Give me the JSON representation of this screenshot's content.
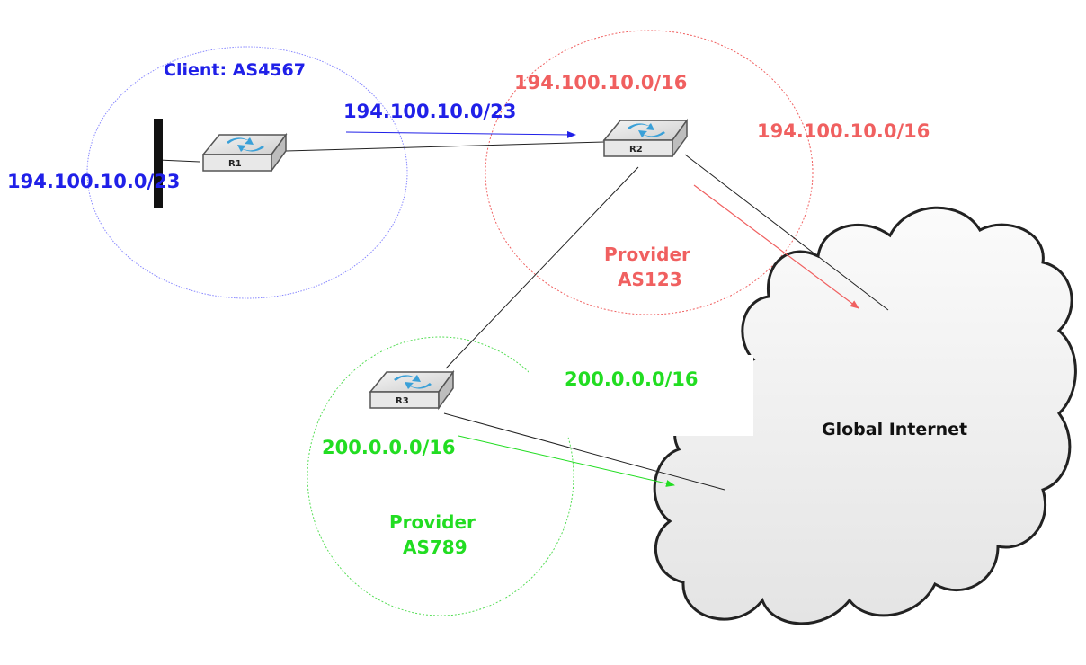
{
  "colors": {
    "client": "#2020e8",
    "provider_as123": "#f06060",
    "provider_as789": "#22dd22",
    "router_icon": "#3aa0d8"
  },
  "routers": {
    "r1": {
      "label": "R1"
    },
    "r2": {
      "label": "R2"
    },
    "r3": {
      "label": "R3"
    }
  },
  "client": {
    "title": "Client: AS4567",
    "prefix_lan": "194.100.10.0/23",
    "prefix_advertised": "194.100.10.0/23"
  },
  "provider_as123": {
    "name_line1": "Provider",
    "name_line2": "AS123",
    "prefix_inside": "194.100.10.0/16",
    "prefix_outside": "194.100.10.0/16"
  },
  "provider_as789": {
    "name_line1": "Provider",
    "name_line2": "AS789",
    "prefix_inside": "200.0.0.0/16",
    "prefix_outside": "200.0.0.0/16"
  },
  "internet": {
    "label": "Global Internet"
  }
}
